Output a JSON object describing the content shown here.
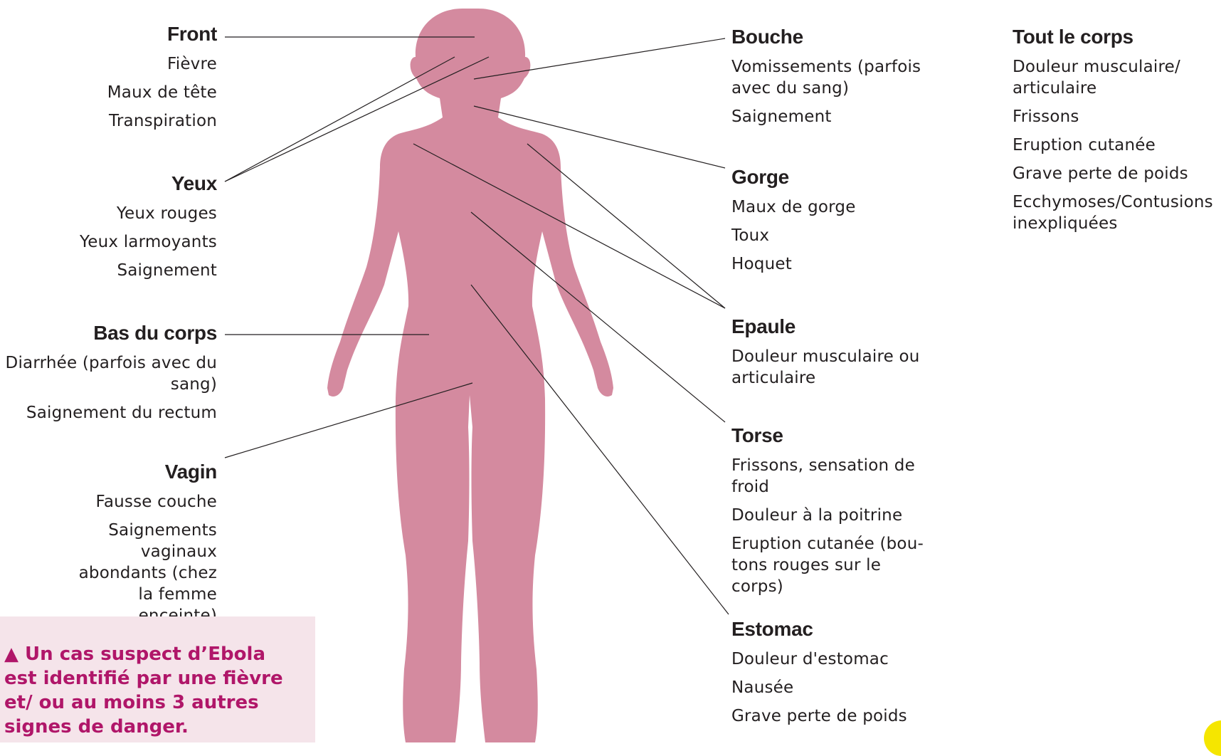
{
  "colors": {
    "body": "#d48a9f",
    "warning_bg": "#f5e4ea",
    "warning_text": "#b01669",
    "accent_dot": "#f5e600"
  },
  "left_groups": [
    {
      "title": "Front",
      "items": [
        "Fièvre",
        "Maux de tête",
        "Transpiration"
      ]
    },
    {
      "title": "Yeux",
      "items": [
        "Yeux rouges",
        "Yeux larmoyants",
        "Saignement"
      ]
    },
    {
      "title": "Bas du corps",
      "items": [
        "Diarrhée (parfois avec du sang)",
        "Saignement du rectum"
      ]
    },
    {
      "title": "Vagin",
      "items": [
        "Fausse couche",
        "Saignements vaginaux abondants (chez la femme enceinte)"
      ]
    }
  ],
  "right_groups": [
    {
      "title": "Bouche",
      "items": [
        "Vomissements (parfois avec du sang)",
        "Saignement"
      ]
    },
    {
      "title": "Gorge",
      "items": [
        "Maux de gorge",
        "Toux",
        "Hoquet"
      ]
    },
    {
      "title": "Epaule",
      "items": [
        "Douleur musculaire ou articulaire"
      ]
    },
    {
      "title": "Torse",
      "items": [
        "Frissons, sensation de froid",
        "Douleur à la poitrine",
        "Eruption cutanée (bou-tons rouges sur le corps)"
      ]
    },
    {
      "title": "Estomac",
      "items": [
        "Douleur d'estomac",
        "Nausée",
        "Grave perte de poids"
      ]
    }
  ],
  "whole_body": {
    "title": "Tout le corps",
    "items": [
      "Douleur musculaire/ articulaire",
      "Frissons",
      "Eruption cutanée",
      "Grave perte de poids",
      "Ecchymoses/Contusions inexpliquées"
    ]
  },
  "warning": {
    "icon": "warning-triangle-icon",
    "text": "▲ Un cas suspect d’Ebola est identifié par une fièvre et/ ou au moins 3 autres signes de danger."
  }
}
